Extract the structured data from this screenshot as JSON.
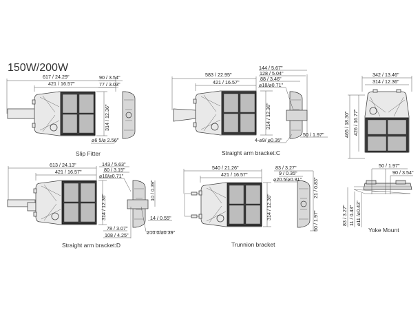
{
  "title": "150W/200W",
  "views": {
    "slip_fitter": {
      "caption": "Slip Fitter",
      "overall_length": "617 / 24.29\"",
      "body_length": "421 / 16.57\"",
      "width": "314 / 12.36\"",
      "side_depth": "90 / 3.54\"",
      "side_depth2": "77 / 3.03\"",
      "fitter_dia": "⌀6 5/⌀ 2.56\""
    },
    "straight_arm_c": {
      "caption": "Straight arm bracket:C",
      "overall_length": "583 / 22.95\"",
      "body_length": "421 / 16.57\"",
      "width": "314 / 12.36\"",
      "d1": "144 / 5.67\"",
      "d2": "128 / 5.04\"",
      "d3": "88 / 3.46\"",
      "d4": "⌀18/⌀0.71\"",
      "holes": "4-⌀9/ ⌀0.35\"",
      "d5": "50 / 1.97\""
    },
    "top_view": {
      "d1": "342 / 13.46\"",
      "d2": "314 / 12.36\"",
      "h1": "465 / 18.30\"",
      "h2": "426 / 16.77\""
    },
    "straight_arm_d": {
      "caption": "Straight arm bracket:D",
      "overall_length": "613 / 24.13\"",
      "body_length": "421 / 16.57\"",
      "width": "314 / 12.36\"",
      "d1": "143 / 5.63\"",
      "d2": "80 / 3.15\"",
      "d3": "⌀18/⌀0.71\"",
      "d4": "10 / 0.39\"",
      "d5": "14 / 0.55\"",
      "d6": "⌀10.0/⌀0.39\"",
      "d7": "78 / 3.07\"",
      "d8": "108 / 4.25\""
    },
    "trunnion": {
      "caption": "Trunnion bracket",
      "overall_length": "540 / 21.26\"",
      "body_length": "421 / 16.57\"",
      "width": "314 / 12.36\"",
      "d1": "83 / 3.27\"",
      "d2": "9 / 0.35\"",
      "d3": "⌀20.5/⌀0.81\"",
      "d4": "21 / 0.83\"",
      "d5": "50 / 1.97\""
    },
    "yoke": {
      "caption": "Yoke Mount",
      "d1": "50 / 1.97\"",
      "d2": "90 / 3.54\"",
      "h1": "83 / 3.27\"",
      "h2": "11 / 0.43\"",
      "h3": "⌀11 /⌀0.43\""
    }
  }
}
